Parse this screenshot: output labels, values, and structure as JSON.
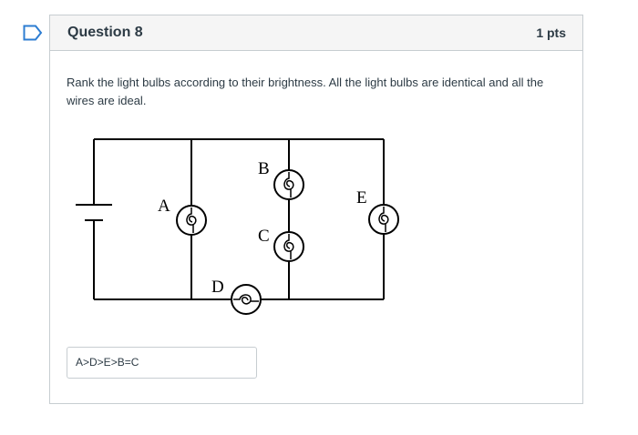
{
  "question": {
    "title": "Question 8",
    "points": "1 pts",
    "text": "Rank the light bulbs according to their brightness.  All the light bulbs are identical and all the wires are ideal.",
    "answer": "A>D>E>B=C"
  },
  "circuit": {
    "labels": {
      "A": "A",
      "B": "B",
      "C": "C",
      "D": "D",
      "E": "E"
    }
  },
  "colors": {
    "flag": "#2d7dd2",
    "border": "#c7cdd1",
    "header_bg": "#f5f5f5"
  }
}
